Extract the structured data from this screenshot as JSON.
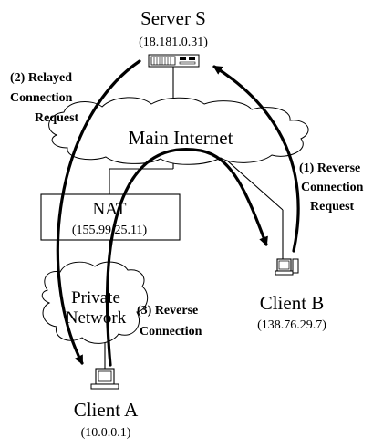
{
  "server": {
    "label": "Server S",
    "ip": "(18.181.0.31)",
    "icon": "server-icon"
  },
  "internet": {
    "label": "Main Internet"
  },
  "nat": {
    "label": "NAT",
    "ip": "(155.99.25.11)"
  },
  "private_network": {
    "line1": "Private",
    "line2": "Network"
  },
  "client_a": {
    "label": "Client A",
    "ip": "(10.0.0.1)",
    "icon": "computer-icon"
  },
  "client_b": {
    "label": "Client B",
    "ip": "(138.76.29.7)",
    "icon": "computer-icon"
  },
  "steps": {
    "step1": {
      "line1": "(1) Reverse",
      "line2": "Connection",
      "line3": "Request"
    },
    "step2": {
      "line1": "(2) Relayed",
      "line2": "Connection",
      "line3": "Request"
    },
    "step3": {
      "line1": "(3) Reverse",
      "line2": "Connection"
    }
  }
}
